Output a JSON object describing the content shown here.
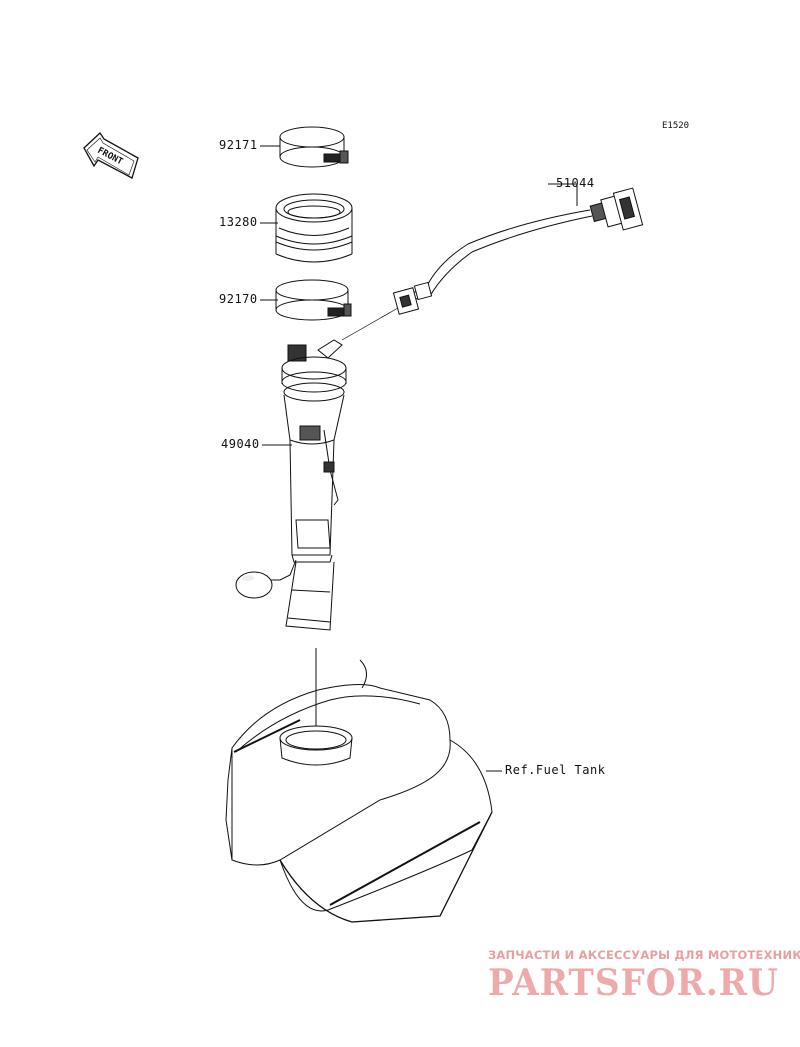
{
  "diagram": {
    "code": "E1520",
    "front_label": "FRONT",
    "parts": [
      {
        "number": "92171"
      },
      {
        "number": "13280"
      },
      {
        "number": "92170"
      },
      {
        "number": "49040"
      },
      {
        "number": "51044"
      }
    ],
    "reference": "Ref.Fuel Tank"
  },
  "watermark": {
    "tagline": "ЗАПЧАСТИ И АКСЕССУАРЫ ДЛЯ МОТОТЕХНИКИ",
    "logo": "PARTSFOR.RU"
  }
}
